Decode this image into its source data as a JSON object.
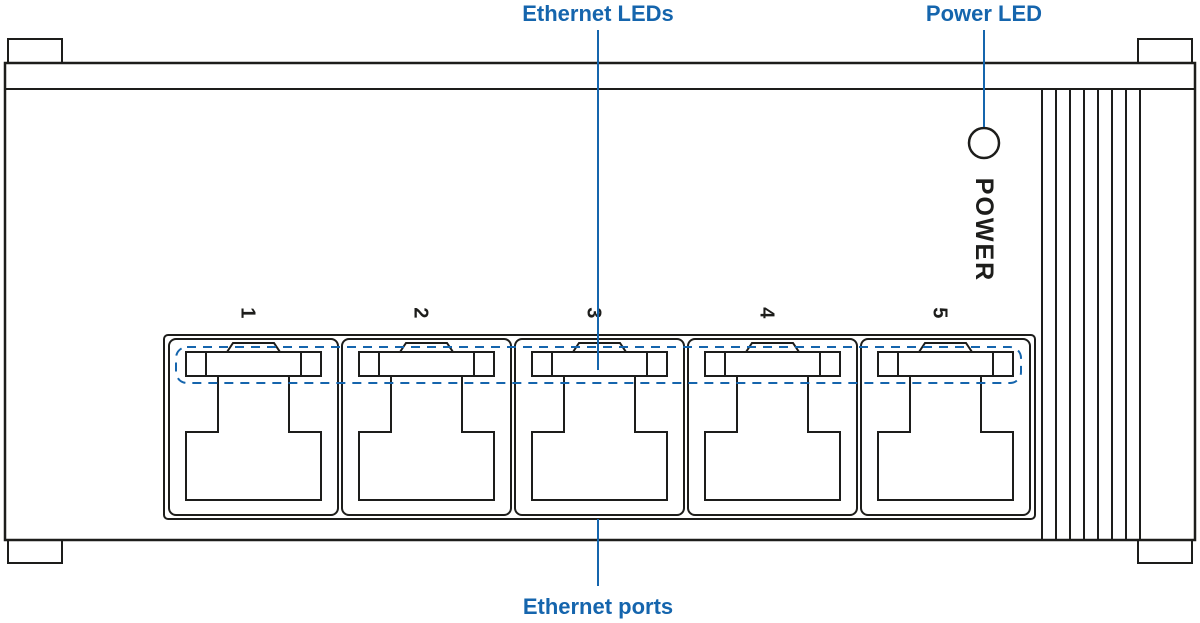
{
  "colors": {
    "accent": "#1565ad",
    "line": "#1d1d1b",
    "background": "#ffffff"
  },
  "callouts": {
    "ethernet_leds": "Ethernet LEDs",
    "power_led": "Power LED",
    "ethernet_ports": "Ethernet ports"
  },
  "panel": {
    "power_label": "POWER",
    "ports": {
      "count": 5,
      "items": [
        {
          "label": "1"
        },
        {
          "label": "2"
        },
        {
          "label": "3"
        },
        {
          "label": "4"
        },
        {
          "label": "5"
        }
      ]
    }
  }
}
